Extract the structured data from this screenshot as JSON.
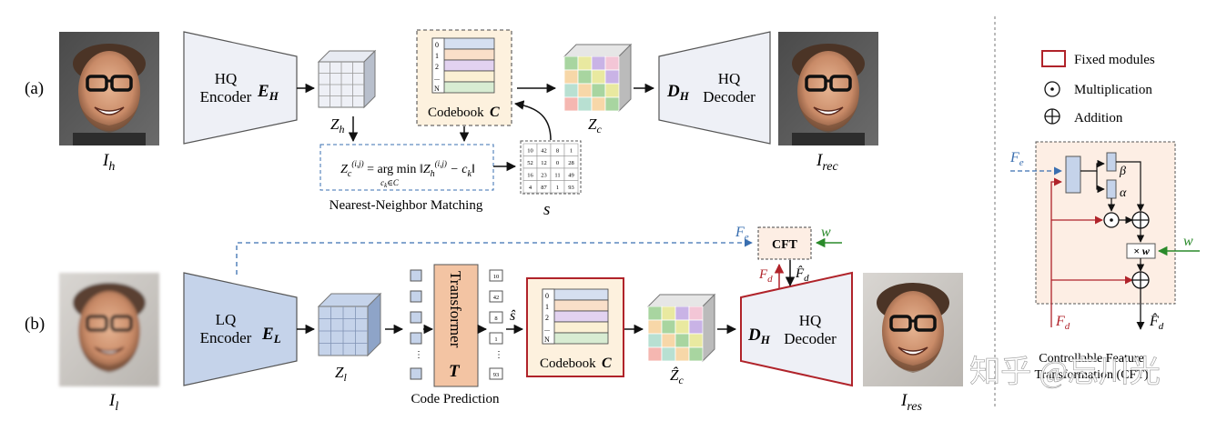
{
  "labels": {
    "row_a": "(a)",
    "row_b": "(b)"
  },
  "image_labels": {
    "ih": "I_h",
    "irec": "I_rec",
    "il": "I_l",
    "ires": "I_res"
  },
  "encoders": {
    "hq": {
      "line1": "HQ",
      "line2": "Encoder",
      "symbol": "E_H"
    },
    "lq": {
      "line1": "LQ",
      "line2": "Encoder",
      "symbol": "E_L"
    }
  },
  "decoders": {
    "top": {
      "symbol": "D_H",
      "line1": "HQ",
      "line2": "Decoder"
    },
    "bottom": {
      "symbol": "D_H",
      "line1": "HQ",
      "line2": "Decoder"
    }
  },
  "codebook": {
    "label": "Codebook",
    "symbol": "C",
    "rows": [
      "0",
      "1",
      "2",
      "...",
      "N"
    ]
  },
  "latents": {
    "zh": "Z_h",
    "zc": "Z_c",
    "zl": "Z_l",
    "zc_hat": "Ẑ_c"
  },
  "nn_matching": {
    "caption": "Nearest-Neighbor Matching"
  },
  "s_matrix": {
    "label": "s",
    "rows": [
      [
        "10",
        "42",
        "8",
        "1"
      ],
      [
        "52",
        "12",
        "0",
        "28"
      ],
      [
        "16",
        "23",
        "11",
        "49"
      ],
      [
        "4",
        "87",
        "1",
        "93"
      ]
    ]
  },
  "transformer": {
    "label": "Transformer",
    "symbol": "T",
    "caption": "Code Prediction"
  },
  "predicted_codes": [
    "10",
    "42",
    "8",
    "1",
    "93"
  ],
  "s_hat": "ŝ",
  "cft_block": {
    "label": "CFT",
    "fe": "F_e",
    "w": "w",
    "fd": "F_d",
    "fd_hat": "F̂_d"
  },
  "legend": {
    "fixed": "Fixed modules",
    "mult": "Multiplication",
    "add": "Addition"
  },
  "cft_detail": {
    "fe": "F_e",
    "w": "w",
    "beta": "β",
    "alpha": "α",
    "times_w": "× w",
    "fd": "F_d",
    "fd_hat": "F̂_d",
    "caption_line1": "Controllable Feature",
    "caption_line2": "Transformation (CFT)"
  },
  "watermark": "知乎 @忘川光",
  "colors": {
    "fixed_red": "#b0232a",
    "blue_dash": "#3a6fb0",
    "green": "#2a8a2a",
    "encoder_hq": "#eef0f6",
    "encoder_lq": "#c5d3ea",
    "transformer": "#f3c4a3",
    "codebook_bg": "#fdf1de",
    "cft_bg": "#fdeee4"
  }
}
